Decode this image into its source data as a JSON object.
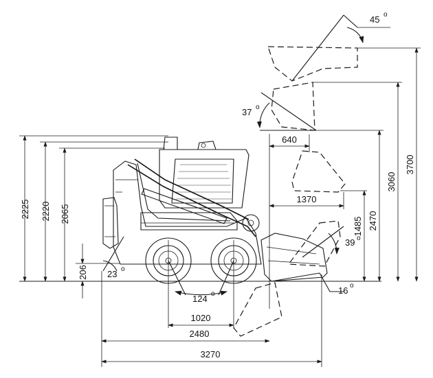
{
  "dimensions": {
    "h_2225": "2225",
    "h_2220": "2220",
    "h_2065": "2065",
    "h_206": "206",
    "d_1020": "1020",
    "d_2480": "2480",
    "d_3270": "3270",
    "d_640": "640",
    "d_1370": "1370",
    "h_1485": "1485",
    "h_2470": "2470",
    "h_3060": "3060",
    "h_3700": "3700"
  },
  "angles": {
    "a_45": "45",
    "a_37": "37",
    "a_39": "39",
    "a_23": "23",
    "a_124": "124",
    "a_16": "16",
    "degree": "o"
  }
}
